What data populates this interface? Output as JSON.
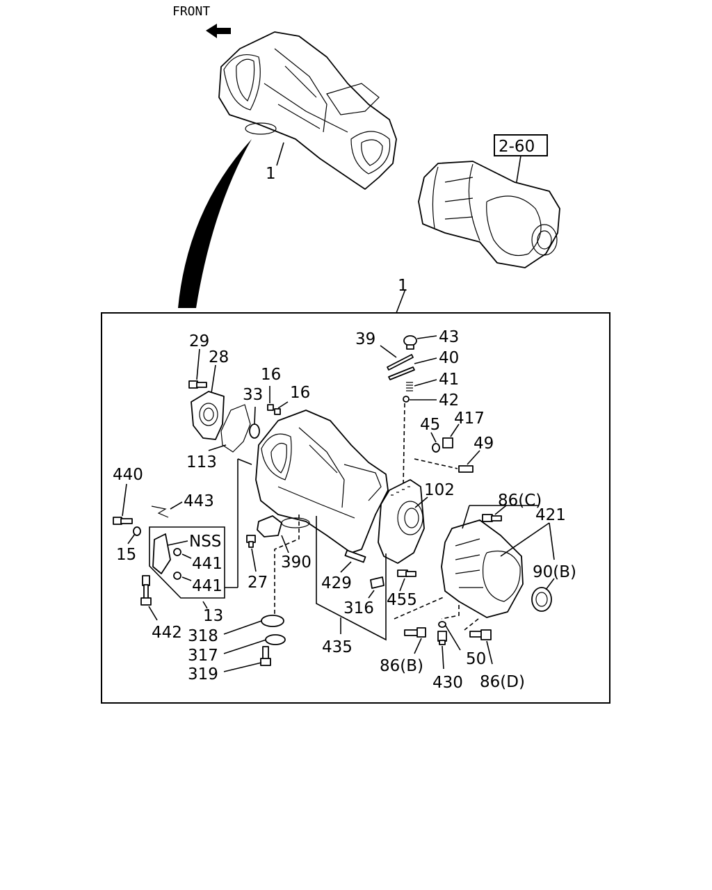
{
  "front_label": "FRONT",
  "reference": "2-60",
  "callouts": {
    "top_assembly": "1",
    "box_assembly": "1",
    "p29": "29",
    "p28": "28",
    "p16a": "16",
    "p16b": "16",
    "p33": "33",
    "p113": "113",
    "p39": "39",
    "p43": "43",
    "p40": "40",
    "p41": "41",
    "p42": "42",
    "p45": "45",
    "p417": "417",
    "p49": "49",
    "p440": "440",
    "p443": "443",
    "p102": "102",
    "p86c": "86(C)",
    "p421": "421",
    "p15": "15",
    "pnss": "NSS",
    "p441a": "441",
    "p441b": "441",
    "p27": "27",
    "p390": "390",
    "p429": "429",
    "p90b": "90(B)",
    "p316": "316",
    "p455": "455",
    "p13": "13",
    "p442": "442",
    "p318": "318",
    "p317": "317",
    "p319": "319",
    "p435": "435",
    "p86b": "86(B)",
    "p430": "430",
    "p50": "50",
    "p86d": "86(D)"
  }
}
